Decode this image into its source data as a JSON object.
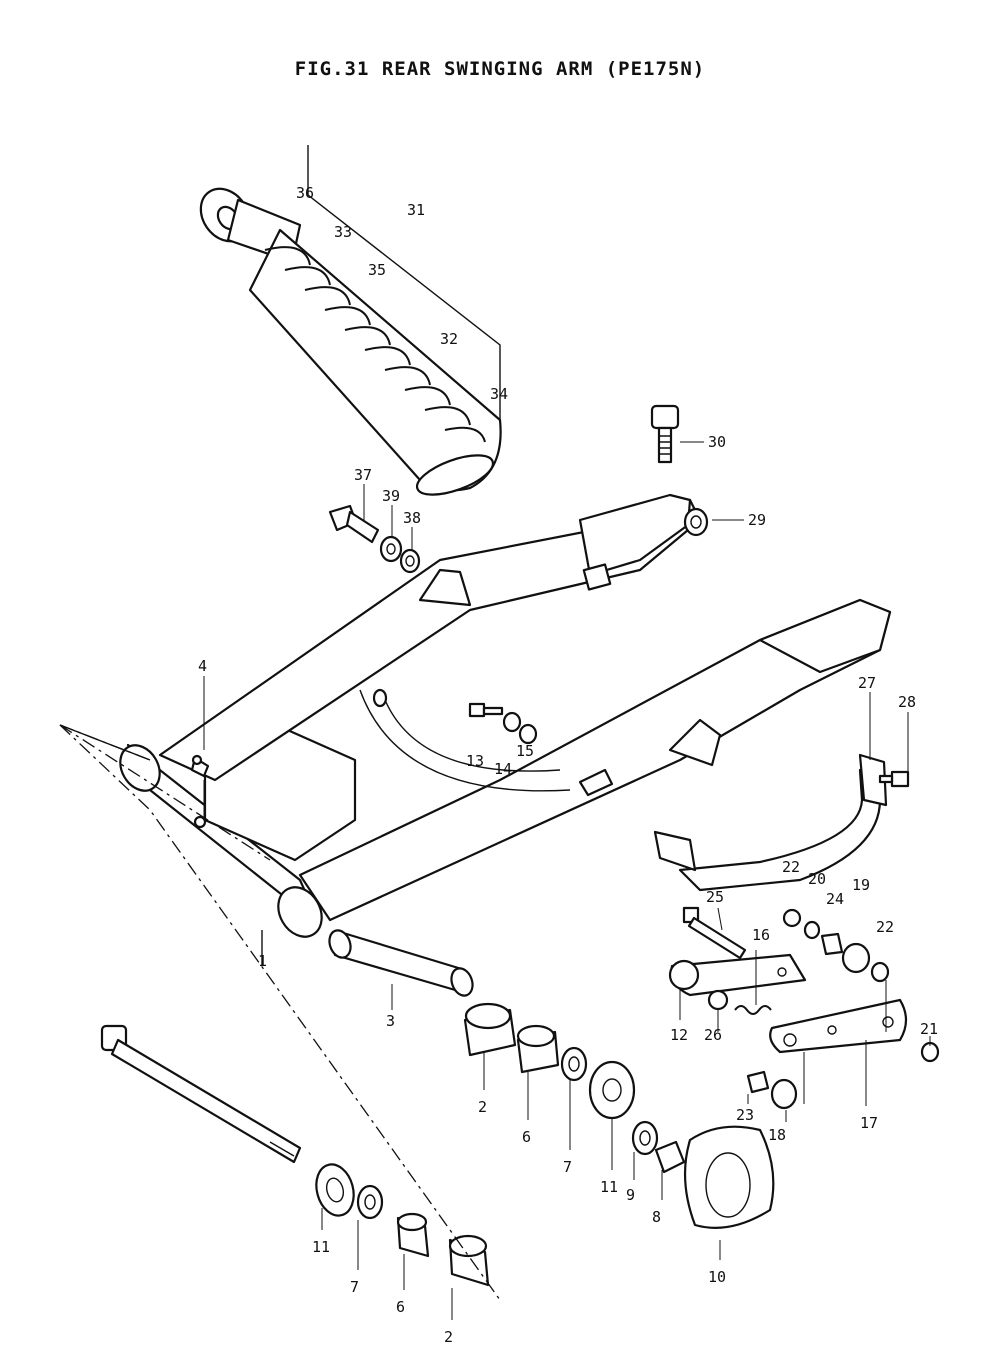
{
  "title": "FIG.31  REAR SWINGING ARM  (PE175N)",
  "callouts": [
    {
      "label": "36"
    },
    {
      "label": "31"
    },
    {
      "label": "33"
    },
    {
      "label": "35"
    },
    {
      "label": "32"
    },
    {
      "label": "34"
    },
    {
      "label": "30"
    },
    {
      "label": "37"
    },
    {
      "label": "39"
    },
    {
      "label": "38"
    },
    {
      "label": "29"
    },
    {
      "label": "4"
    },
    {
      "label": "27"
    },
    {
      "label": "28"
    },
    {
      "label": "13"
    },
    {
      "label": "14"
    },
    {
      "label": "15"
    },
    {
      "label": "22"
    },
    {
      "label": "20"
    },
    {
      "label": "19"
    },
    {
      "label": "24"
    },
    {
      "label": "22"
    },
    {
      "label": "25"
    },
    {
      "label": "16"
    },
    {
      "label": "1"
    },
    {
      "label": "3"
    },
    {
      "label": "12"
    },
    {
      "label": "26"
    },
    {
      "label": "21"
    },
    {
      "label": "2"
    },
    {
      "label": "6"
    },
    {
      "label": "7"
    },
    {
      "label": "11"
    },
    {
      "label": "23"
    },
    {
      "label": "18"
    },
    {
      "label": "17"
    },
    {
      "label": "9"
    },
    {
      "label": "8"
    },
    {
      "label": "11"
    },
    {
      "label": "7"
    },
    {
      "label": "6"
    },
    {
      "label": "10"
    },
    {
      "label": "2"
    }
  ]
}
